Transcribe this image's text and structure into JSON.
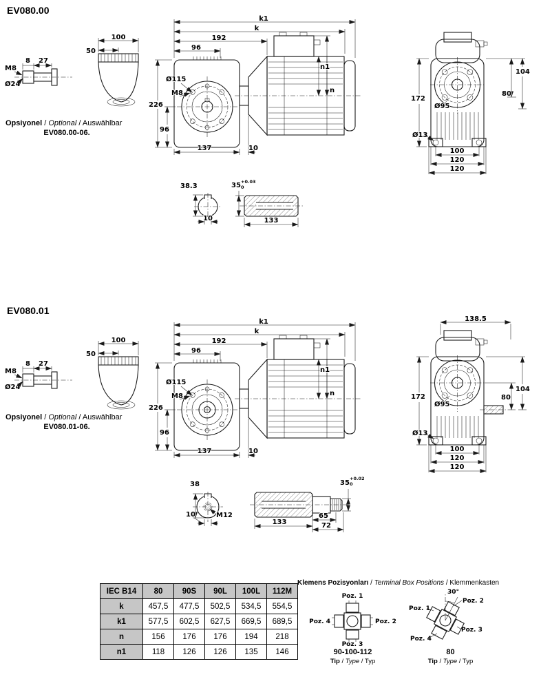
{
  "colors": {
    "line": "#1a1a1a",
    "table_header_bg": "#c6c6c6",
    "background": "#ffffff"
  },
  "sections": {
    "s1": {
      "title": "EV080.00",
      "note": {
        "bold": "Opsiyonel",
        "sep1": " / ",
        "italic": "Optional",
        "sep2": " / ",
        "plain": "Auswählbar",
        "code": "EV080.00-06."
      },
      "side": {
        "d100": "100",
        "d50": "50",
        "m8": "M8",
        "d8": "8",
        "d27": "27",
        "d24": "Ø24"
      },
      "front": {
        "k1": "k1",
        "k": "k",
        "d192": "192",
        "d96top": "96",
        "n1": "n1",
        "n": "n",
        "d115": "Ø115",
        "m8": "M8",
        "d226": "226",
        "d96left": "96",
        "d137": "137",
        "d10": "10"
      },
      "rear": {
        "d172": "172",
        "d95": "Ø95",
        "d13": "Ø13",
        "d104": "104",
        "d80": "80",
        "d100": "100",
        "d120a": "120",
        "d120b": "120"
      },
      "shaft": {
        "d38": "38.3",
        "d10": "10",
        "d35": "35",
        "tol_top": "+0.03",
        "tol_bot": "0",
        "d133": "133"
      }
    },
    "s2": {
      "title": "EV080.01",
      "note": {
        "bold": "Opsiyonel",
        "sep1": " / ",
        "italic": "Optional",
        "sep2": " / ",
        "plain": "Auswählbar",
        "code": "EV080.01-06."
      },
      "side": {
        "d100": "100",
        "d50": "50",
        "m8": "M8",
        "d8": "8",
        "d27": "27",
        "d24": "Ø24"
      },
      "front": {
        "k1": "k1",
        "k": "k",
        "d192": "192",
        "d96top": "96",
        "n1": "n1",
        "n": "n",
        "d115": "Ø115",
        "m8": "M8",
        "d226": "226",
        "d96left": "96",
        "d137": "137",
        "d10": "10"
      },
      "rear": {
        "d138": "138.5",
        "d172": "172",
        "d95": "Ø95",
        "d13": "Ø13",
        "d104": "104",
        "d80": "80",
        "d100": "100",
        "d120a": "120",
        "d120b": "120"
      },
      "shaft": {
        "d38": "38",
        "d10": "10",
        "m12": "M12",
        "d35": "35",
        "tol_top": "+0.02",
        "tol_bot": "0",
        "d133": "133",
        "d65": "65",
        "d72": "72"
      }
    }
  },
  "table": {
    "header": [
      "IEC B14",
      "80",
      "90S",
      "90L",
      "100L",
      "112M"
    ],
    "rows": [
      {
        "label": "k",
        "values": [
          "457,5",
          "477,5",
          "502,5",
          "534,5",
          "554,5"
        ]
      },
      {
        "label": "k1",
        "values": [
          "577,5",
          "602,5",
          "627,5",
          "669,5",
          "689,5"
        ]
      },
      {
        "label": "n",
        "values": [
          "156",
          "176",
          "176",
          "194",
          "218"
        ]
      },
      {
        "label": "n1",
        "values": [
          "118",
          "126",
          "126",
          "135",
          "146"
        ]
      }
    ]
  },
  "terminal": {
    "title": {
      "bold": "Klemens Pozisyonları",
      "sep1": " / ",
      "italic": "Terminal Box Positions",
      "sep2": " / ",
      "plain": "Klemmenkasten"
    },
    "d1": {
      "poz1": "Poz. 1",
      "poz2": "Poz. 2",
      "poz3": "Poz. 3",
      "poz4": "Poz. 4",
      "name": "90-100-112",
      "tip": {
        "bold": "Tip",
        "sep1": " / ",
        "italic": "Type",
        "sep2": " / ",
        "plain": "Typ"
      }
    },
    "d2": {
      "angle": "30°",
      "poz1": "Poz. 1",
      "poz2": "Poz. 2",
      "poz3": "Poz. 3",
      "poz4": "Poz. 4",
      "name": "80",
      "tip": {
        "bold": "Tip",
        "sep1": " / ",
        "italic": "Type",
        "sep2": " / ",
        "plain": "Typ"
      }
    }
  }
}
